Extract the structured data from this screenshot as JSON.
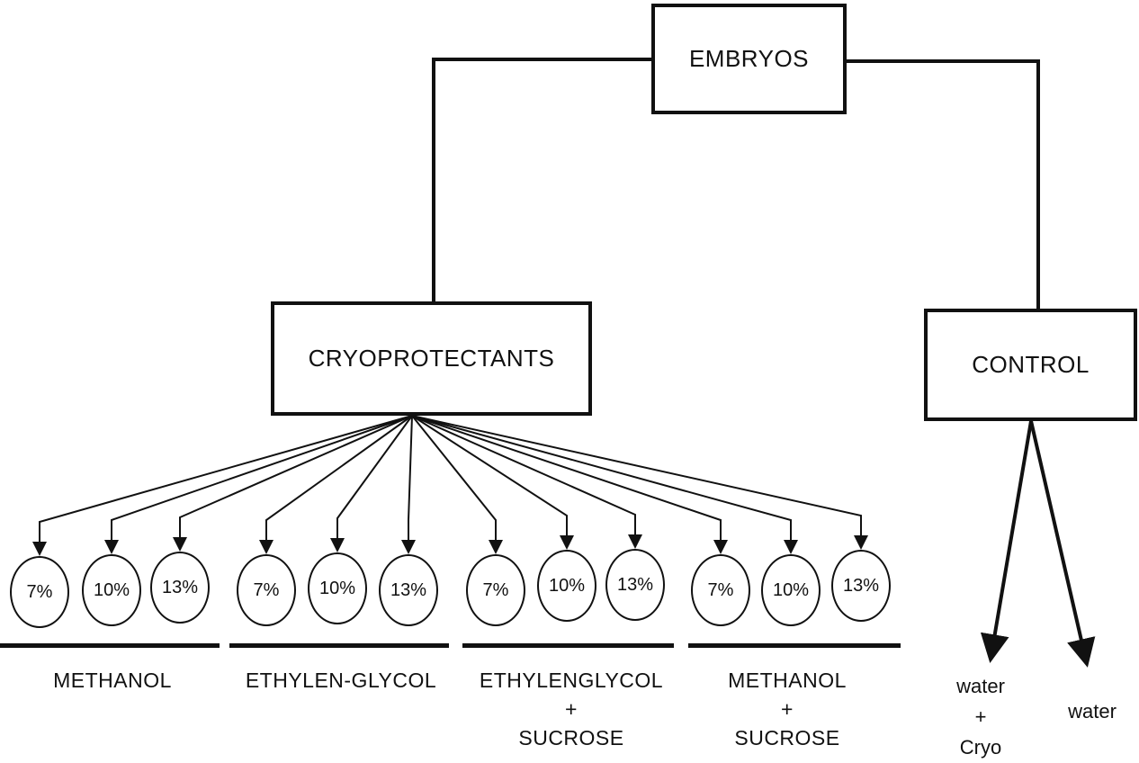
{
  "nodes": {
    "root": "EMBRYOS",
    "cryoprotectants": "CRYOPROTECTANTS",
    "control": "CONTROL"
  },
  "groups": [
    {
      "label": "METHANOL",
      "concentrations": [
        "7%",
        "10%",
        "13%"
      ]
    },
    {
      "label": "ETHYLEN-GLYCOL",
      "concentrations": [
        "7%",
        "10%",
        "13%"
      ]
    },
    {
      "label": "ETHYLENGLYCOL\n+\nSUCROSE",
      "concentrations": [
        "7%",
        "10%",
        "13%"
      ]
    },
    {
      "label": "METHANOL\n+\nSUCROSE",
      "concentrations": [
        "7%",
        "10%",
        "13%"
      ]
    }
  ],
  "control_branches": [
    {
      "label": "water\n+\nCryo"
    },
    {
      "label": "water"
    }
  ]
}
